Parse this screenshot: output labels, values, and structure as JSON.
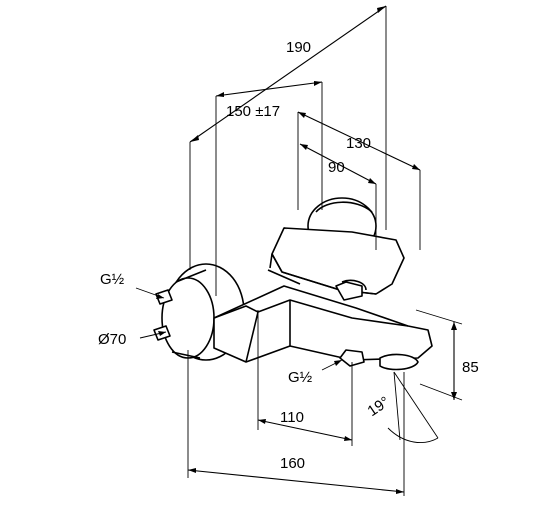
{
  "dimensions": {
    "overall_depth": "190",
    "wall_projection": "150 ±17",
    "handle_offset": "130",
    "handle_depth": "90",
    "height": "85",
    "spout_offset": "110",
    "spout_reach": "160",
    "spout_angle": "19°",
    "inlet_thread": "G½",
    "rosette_diameter": "Ø70",
    "outlet_thread": "G½"
  }
}
